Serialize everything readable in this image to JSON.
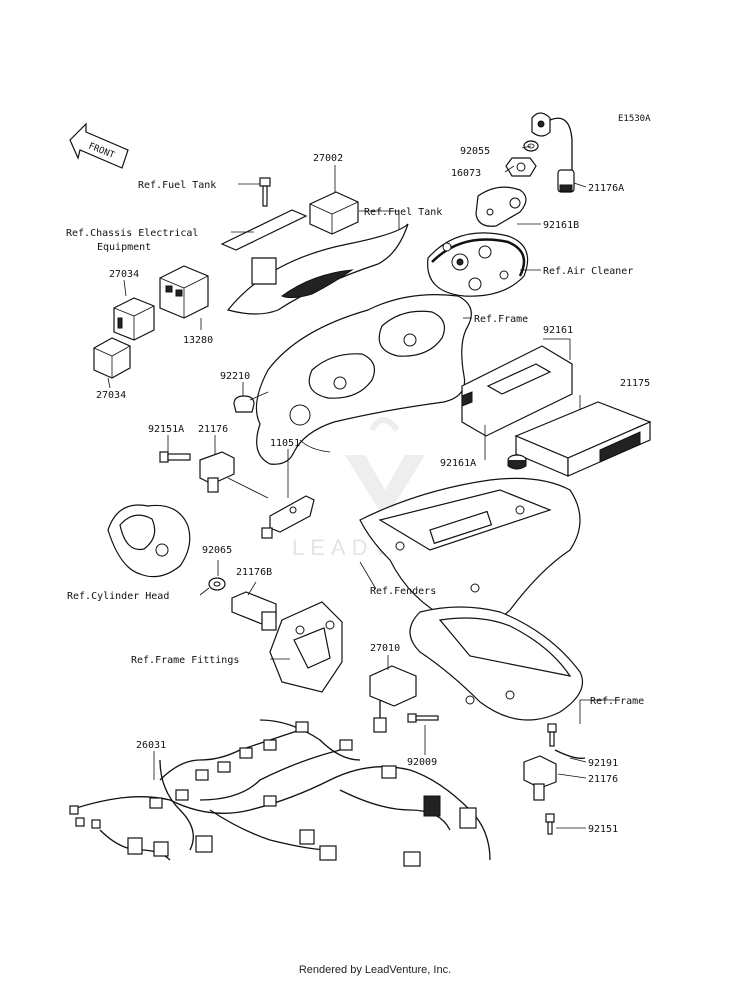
{
  "diagram_code": "E1530A",
  "front_arrow_label": "FRONT",
  "watermark_text": "LEADVENTURE",
  "footer_text": "Rendered by LeadVenture, Inc.",
  "labels": {
    "p92055": "92055",
    "p16073": "16073",
    "p21176A": "21176A",
    "p92161B": "92161B",
    "refAirCleaner": "Ref.Air Cleaner",
    "refFrame1": "Ref.Frame",
    "p92161": "92161",
    "p21175": "21175",
    "p92161A": "92161A",
    "p27002": "27002",
    "refFuelTank1": "Ref.Fuel Tank",
    "refFuelTank2": "Ref.Fuel Tank",
    "refChassis1": "Ref.Chassis Electrical",
    "refChassis2": "Equipment",
    "p27034a": "27034",
    "p13280": "13280",
    "p27034b": "27034",
    "p92210": "92210",
    "p92151A": "92151A",
    "p21176": "21176",
    "p11051": "11051",
    "p92065": "92065",
    "refCylHead": "Ref.Cylinder Head",
    "p21176B": "21176B",
    "refFenders": "Ref.Fenders",
    "refFrameFittings": "Ref.Frame Fittings",
    "p27010": "27010",
    "refFrame2": "Ref.Frame",
    "p26031": "26031",
    "p92009": "92009",
    "p92191": "92191",
    "p21176c": "21176",
    "p92151": "92151"
  }
}
